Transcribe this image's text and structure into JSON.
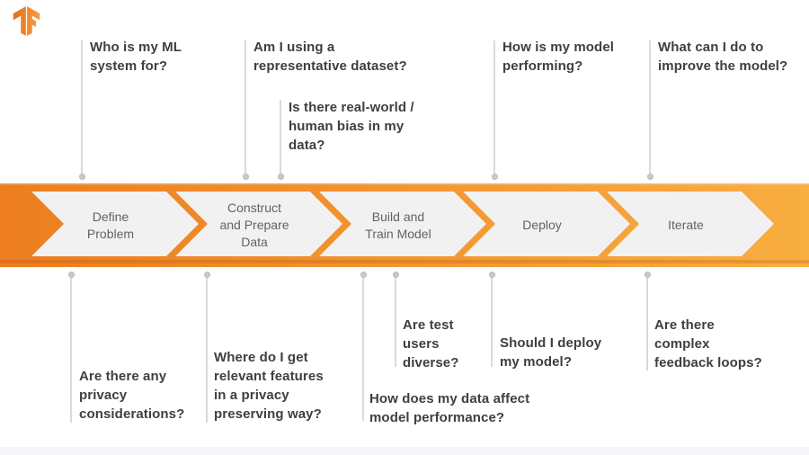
{
  "logo": {
    "name": "tensorflow-logo"
  },
  "colors": {
    "band_start": "#ec7d20",
    "band_end": "#f9ae40",
    "band_edge": "#c9650e",
    "chevron_fill": "#f1f1f2",
    "stage_text": "#5f6368",
    "question_text": "#3c4043",
    "connector": "#d8dadd",
    "dot": "#c6c9cc",
    "logo_dark": "#e46f1b",
    "logo_light": "#f9a03c"
  },
  "stages": [
    "Define\nProblem",
    "Construct\nand Prepare\nData",
    "Build and\nTrain Model",
    "Deploy",
    "Iterate"
  ],
  "top_questions": [
    "Who is my ML\nsystem for?",
    "Am I using a\nrepresentative dataset?",
    "Is there real-world /\nhuman bias in my\ndata?",
    "How is my model\nperforming?",
    "What can I do to\nimprove the model?"
  ],
  "bottom_questions": [
    "Are there any\nprivacy\nconsiderations?",
    "Where do I get\nrelevant features\nin a privacy\npreserving way?",
    "How does my data affect\nmodel performance?",
    "Are test\nusers\ndiverse?",
    "Should I deploy\nmy model?",
    "Are there\ncomplex\nfeedback loops?"
  ]
}
